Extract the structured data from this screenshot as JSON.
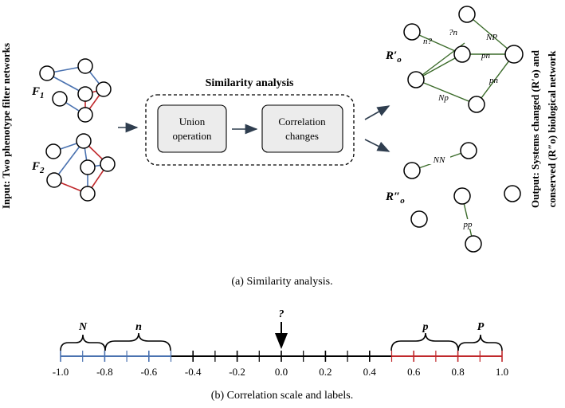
{
  "panel_a": {
    "input_label": "Input: Two phenotype filter networks",
    "network_f1": {
      "name": "F",
      "subscript": "1"
    },
    "network_f2": {
      "name": "F",
      "subscript": "2"
    },
    "similarity_title": "Similarity analysis",
    "union_box": {
      "line1": "Union",
      "line2": "operation"
    },
    "correlation_box": {
      "line1": "Correlation",
      "line2": "changes"
    },
    "output_r1": {
      "name": "R′",
      "subscript": "o"
    },
    "output_r2": {
      "name": "R″",
      "subscript": "o"
    },
    "r1_edge_labels": {
      "n_q": "n?",
      "q_n": "?n",
      "np_top": "NP",
      "pn_mid": "pn",
      "pn_low": "pn",
      "np_bottom": "Np"
    },
    "r2_edge_labels": {
      "nn": "NN",
      "pp": "pp"
    },
    "output_label_line1": "Output: Systems changed (R′o) and",
    "output_label_line2": "conserved (R″o) biological network",
    "caption": "(a)  Similarity analysis.",
    "colors": {
      "f1_blue": "#4a72b0",
      "f1_red": "#c0282b",
      "r_green": "#3b6b2a",
      "arrow": "#2f3e4f"
    }
  },
  "panel_b": {
    "caption": "(b)  Correlation scale and labels.",
    "question_mark": "?",
    "brace_labels": {
      "N": "N",
      "n": "n",
      "p": "p",
      "P": "P"
    },
    "tick_labels": [
      "-1.0",
      "-0.8",
      "-0.6",
      "-0.4",
      "-0.2",
      "0.0",
      "0.2",
      "0.4",
      "0.6",
      "0.8",
      "1.0"
    ],
    "colors": {
      "negative": "#4a72b0",
      "neutral": "#000000",
      "positive": "#c0282b"
    }
  }
}
